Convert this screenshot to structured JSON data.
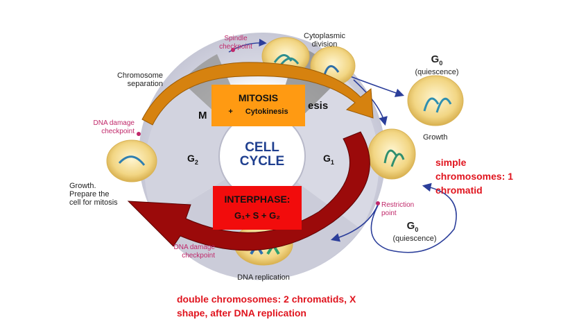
{
  "center": {
    "line1": "CELL",
    "line2": "CYCLE"
  },
  "phases": {
    "g2": "G",
    "g2_sub": "2",
    "g1": "G",
    "g1_sub": "1",
    "m_partial": "M",
    "esis_partial": "esis"
  },
  "mitosis_box": {
    "title": "MITOSIS",
    "plus": "+",
    "sub": "Cytokinesis"
  },
  "interphase_box": {
    "title": "INTERPHASE:",
    "formula": "G₁+ S + G₂"
  },
  "labels": {
    "spindle_checkpoint": "Spindle\ncheckpoint",
    "cytoplasmic_division": "Cytoplasmic\ndivision",
    "chromosome_separation": "Chromosome\nseparation",
    "dna_damage_checkpoint_top": "DNA damage\ncheckpoint",
    "growth_prepare": "Growth.\nPrepare the\ncell for mitosis",
    "g0_top": "G",
    "g0_top_sub": "0",
    "quiescence_top": "(quiescence)",
    "growth_right": "Growth",
    "restriction_point": "Restriction\npoint",
    "g0_bottom": "G",
    "g0_bottom_sub": "0",
    "quiescence_bottom": "(quiescence)",
    "dna_damage_checkpoint_bottom": "DNA damage\ncheckpoint",
    "dna_replication": "DNA replication"
  },
  "notes": {
    "simple": "simple\nchromosomes: 1\nchromatid",
    "double": "double chromosomes: 2 chromatids, X\nshape, after DNA replication"
  },
  "colors": {
    "ring_light": "#e2e2ec",
    "ring_mid": "#cfd0dc",
    "dark_wedge": "#8c8c8c",
    "cell_fill": "#f3d98a",
    "cell_edge": "#d9b355",
    "arrow_orange": "#d6820f",
    "arrow_darkred": "#9b0a0a",
    "mitosis_box": "#ff9a12",
    "interphase_box": "#f20c0c",
    "blue_arrow": "#2b3e9a",
    "note_red": "#e0141e"
  }
}
